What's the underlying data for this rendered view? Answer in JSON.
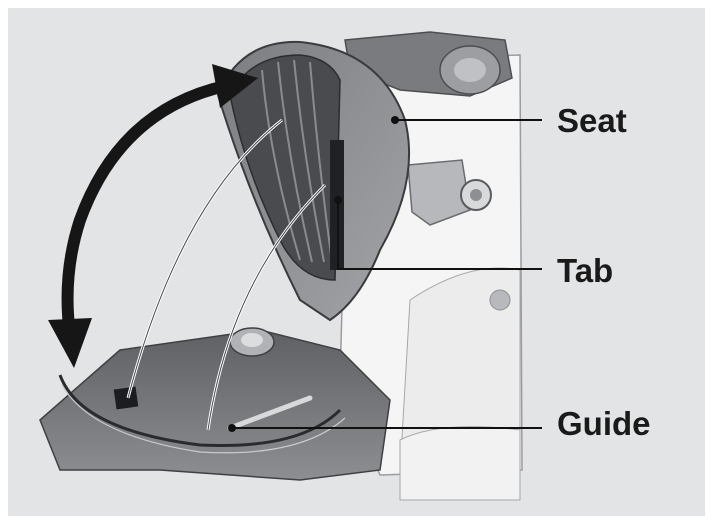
{
  "labels": {
    "seat": "Seat",
    "tab": "Tab",
    "guide": "Guide"
  },
  "colors": {
    "background": "#e3e4e6",
    "label_text": "#1a1a1a",
    "seat_body": "#8c8c8c",
    "leader_line": "#111111",
    "arrow": "#161616"
  },
  "icons": {
    "rotation_arrow": "double-headed-curved-arrow-icon"
  }
}
